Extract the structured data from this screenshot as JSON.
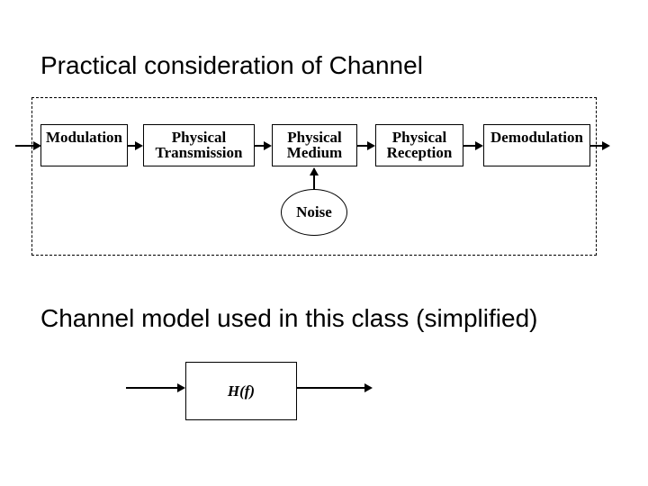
{
  "slide": {
    "title": "Practical consideration of Channel",
    "subtitle": "Channel model used in this class (simplified)"
  },
  "channel_diagram": {
    "blocks": [
      {
        "label": "Modulation"
      },
      {
        "label": "Physical Transmission"
      },
      {
        "label": "Physical Medium"
      },
      {
        "label": "Physical Reception"
      },
      {
        "label": "Demodulation"
      }
    ],
    "noise": {
      "label": "Noise"
    }
  },
  "simplified_model": {
    "block_label": "H(f)"
  },
  "colors": {
    "background": "#ffffff",
    "line_and_text": "#000000"
  }
}
